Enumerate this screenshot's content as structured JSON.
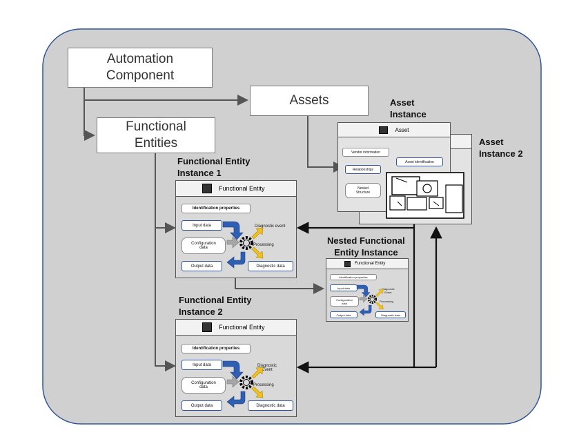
{
  "boxes": {
    "automation_component": "Automation\nComponent",
    "assets": "Assets",
    "functional_entities": "Functional\nEntities"
  },
  "instance_titles": {
    "fe1": "Functional Entity\nInstance 1",
    "fe2": "Functional Entity\nInstance 2",
    "nested": "Nested Functional\nEntity Instance",
    "asset1": "Asset\nInstance",
    "asset2": "Asset\nInstance 2"
  },
  "fe_card": {
    "header": "Functional Entity",
    "identification": "Identification properties",
    "input": "Input data",
    "configuration": "Configuration\ndata",
    "output": "Output data",
    "diagnostic_data": "Diagnostic data",
    "processing": "Processing",
    "diagnostic_event_1": "Diagnostic event",
    "diagnostic_event_2": "Diagnostic\nEvent"
  },
  "asset_card": {
    "header": "Asset",
    "vendor": "Vendor information",
    "asset_identification": "Asset identification",
    "relationships": "Relationships",
    "nested_structure": "Nested\nStructure"
  },
  "colors": {
    "background_panel": "#d0d0d0",
    "card_border": "#555555",
    "pill_border": "#2f5597",
    "blue_arrow": "#2f5fb3",
    "yellow_arrow": "#f0c020",
    "grey_arrow": "#a6a6a6",
    "connector": "#555555"
  },
  "icons": [
    "functional-entity-icon",
    "asset-icon",
    "processing-gear-icon"
  ]
}
